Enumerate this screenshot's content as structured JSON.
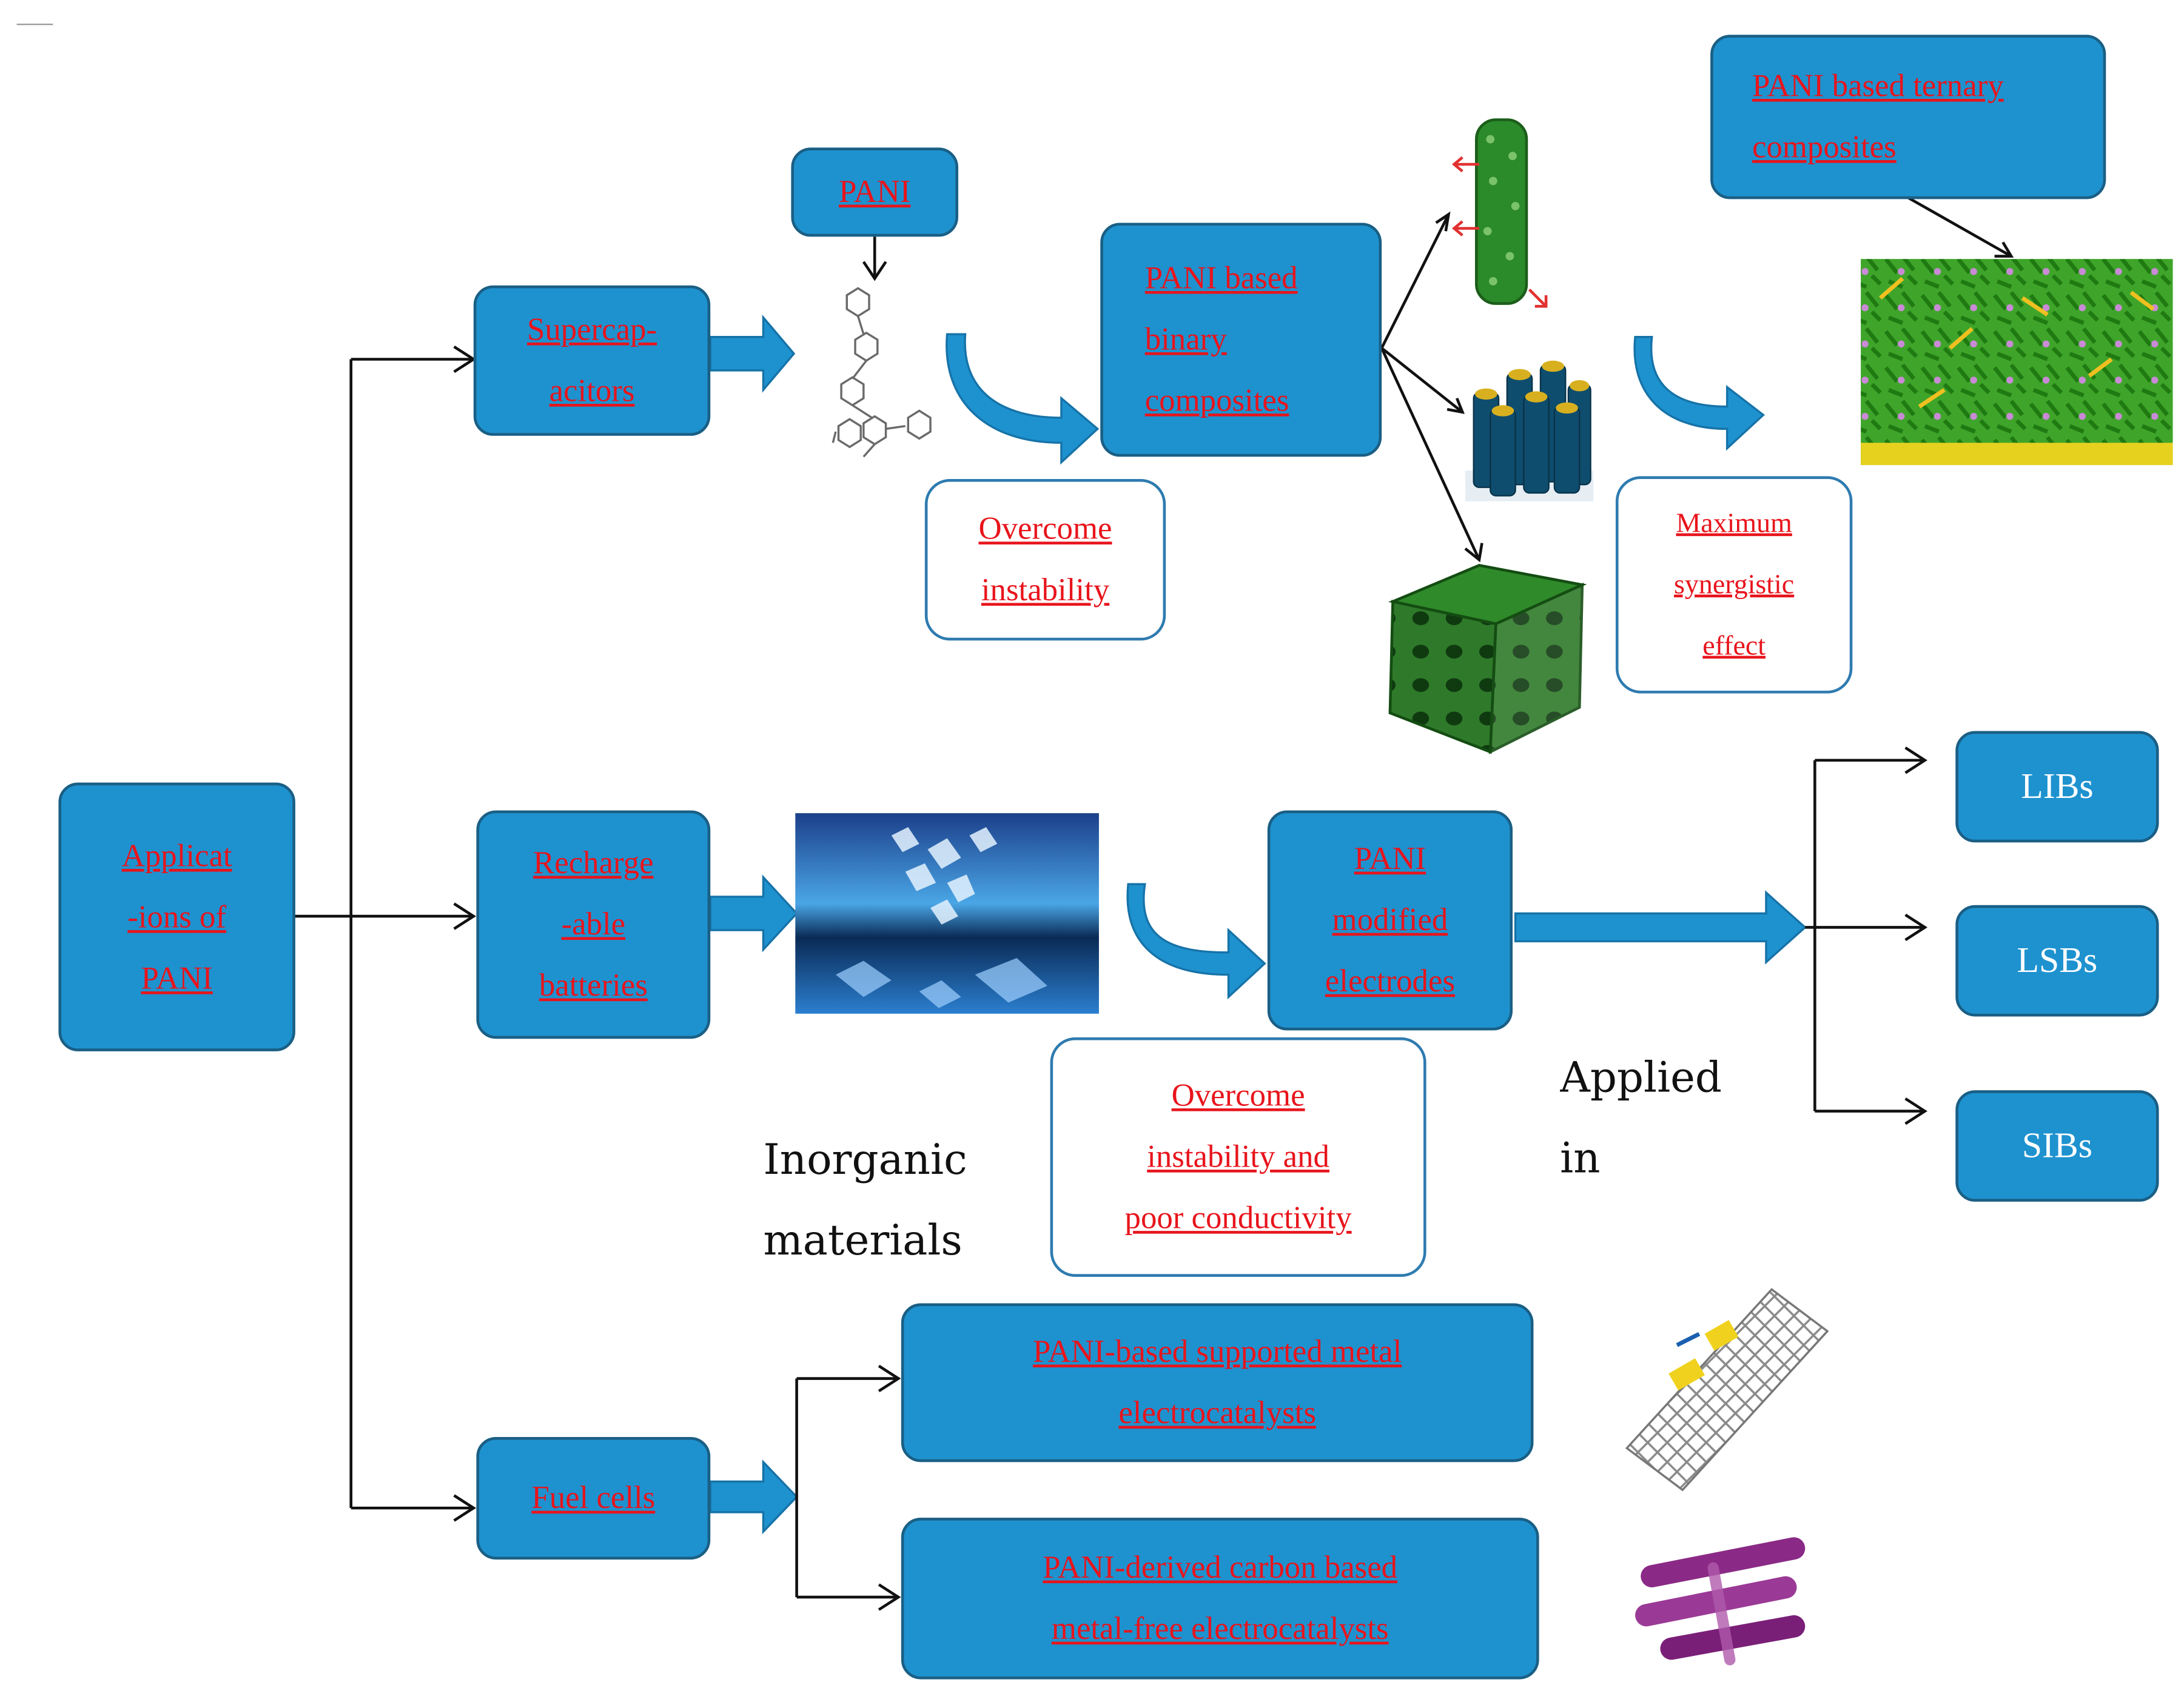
{
  "root": {
    "lines": [
      "Applicat",
      "-ions of",
      "PANI"
    ]
  },
  "supercap": {
    "label": [
      "Supercap-",
      "acitors"
    ],
    "pani": "PANI",
    "binary": [
      "PANI based",
      "binary",
      "composites"
    ],
    "ternary": [
      "PANI based ternary",
      "composites"
    ],
    "overcome": [
      "Overcome",
      "instability"
    ],
    "maximum": [
      "Maximum",
      "synergistic",
      "effect"
    ]
  },
  "batteries": {
    "label": [
      "Recharge",
      "-able",
      "batteries"
    ],
    "modified": [
      "PANI",
      "modified",
      "electrodes"
    ],
    "overcome": [
      "Overcome",
      "instability and",
      "poor conductivity"
    ],
    "inorganic": [
      "Inorganic",
      "materials"
    ],
    "applied": [
      "Applied",
      "in"
    ],
    "targets": [
      "LIBs",
      "LSBs",
      "SIBs"
    ]
  },
  "fuel": {
    "label": "Fuel cells",
    "supported": [
      "PANI-based supported metal",
      "electrocatalysts"
    ],
    "derived": [
      "PANI-derived carbon based",
      "metal-free electrocatalysts"
    ]
  },
  "colors": {
    "box_fill": "#1e92cf",
    "box_border": "#1a5f85",
    "text_red": "#e8141c",
    "arrow_blue": "#1e92cf"
  }
}
